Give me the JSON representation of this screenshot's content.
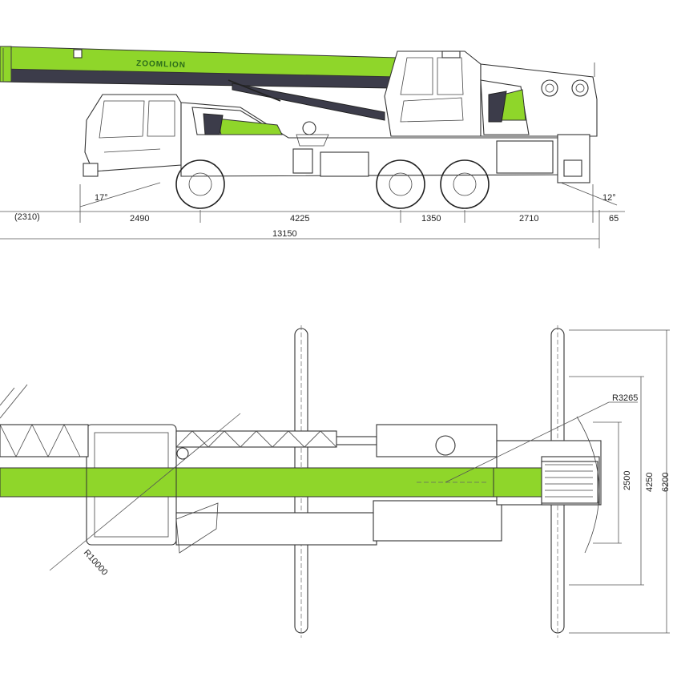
{
  "brand_label": "ZOOMLION",
  "colors": {
    "accent_green": "#8fd62a",
    "dark_grey": "#3c3c4a",
    "line": "#333333"
  },
  "side_view": {
    "angles": {
      "front": "17°",
      "rear": "12°"
    },
    "dimensions": {
      "boom_overhang": "(2310)",
      "front_overhang": "2490",
      "axle_spacing_1": "4225",
      "axle_spacing_2": "1350",
      "rear_overhang": "2710",
      "rear_tail": "65",
      "overall_length": "13150"
    }
  },
  "top_view": {
    "dimensions": {
      "tail_radius": "R3265",
      "swing_radius": "R10000",
      "width_2500": "2500",
      "width_4250": "4250",
      "width_6200": "6200"
    }
  }
}
